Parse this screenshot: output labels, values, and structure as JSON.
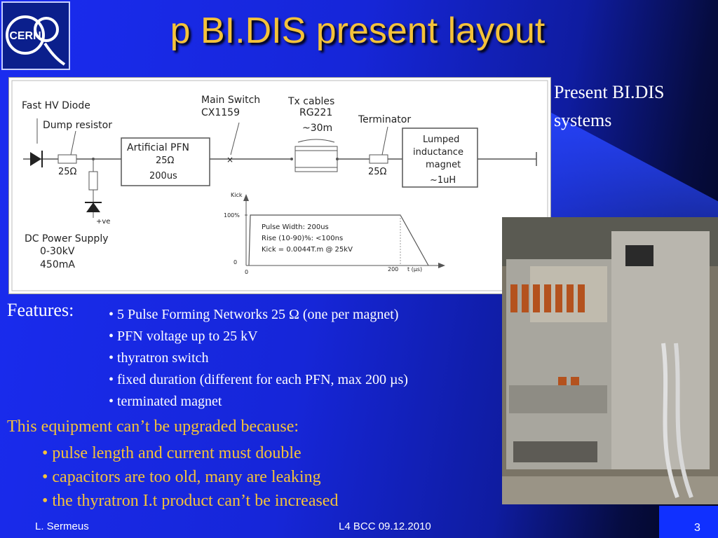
{
  "logo": {
    "text": "CERN",
    "icon": "cern-logo-icon"
  },
  "title": "p BI.DIS present layout",
  "present_label": [
    "Present BI.DIS",
    "systems"
  ],
  "diagram": {
    "labels": {
      "fast_hv_diode": "Fast  HV  Diode",
      "dump_resistor": "Dump  resistor",
      "r1": "25Ω",
      "artificial_pfn": "Artificial  PFN",
      "pfn_r": "25Ω",
      "pfn_t": "200us",
      "main_switch": "Main  Switch",
      "switch_model": "CX1159",
      "tx_cables": "Tx  cables",
      "cable_type": "RG221",
      "cable_len": "~30m",
      "terminator": "Terminator",
      "r2": "25Ω",
      "lumped1": "Lumped",
      "lumped2": "inductance",
      "lumped3": "magnet",
      "inductance": "~1uH",
      "ve": "+ve",
      "dc_ps": "DC  Power  Supply",
      "dc_v": "0-30kV",
      "dc_i": "450mA",
      "kick": "Kick",
      "y100": "100%",
      "y0": "0",
      "x0": "0",
      "x200": "200",
      "xunit": "t  (µs)",
      "pulse_width": "Pulse  Width:  200us",
      "rise": "Rise  (10-90)%:  <100ns",
      "kick_val": "Kick  =  0.0044T.m  @  25kV"
    }
  },
  "features_label": "Features:",
  "features": [
    "• 5 Pulse Forming Networks 25 Ω (one per magnet)",
    "• PFN voltage up to 25 kV",
    "• thyratron switch",
    "• fixed duration (different for each PFN, max 200 µs)",
    "• terminated magnet"
  ],
  "upgrade_heading": "This equipment can’t be upgraded because:",
  "upgrade_reasons": [
    "• pulse length and current must double",
    "• capacitors are too old, many are leaking",
    "• the thyratron I.t product can’t be increased"
  ],
  "footer": {
    "author": "L. Sermeus",
    "event": "L4 BCC  09.12.2010",
    "page": "3"
  },
  "colors": {
    "title": "#f4c23a",
    "background": "#1a2cf0",
    "page_box": "#1030ff"
  }
}
